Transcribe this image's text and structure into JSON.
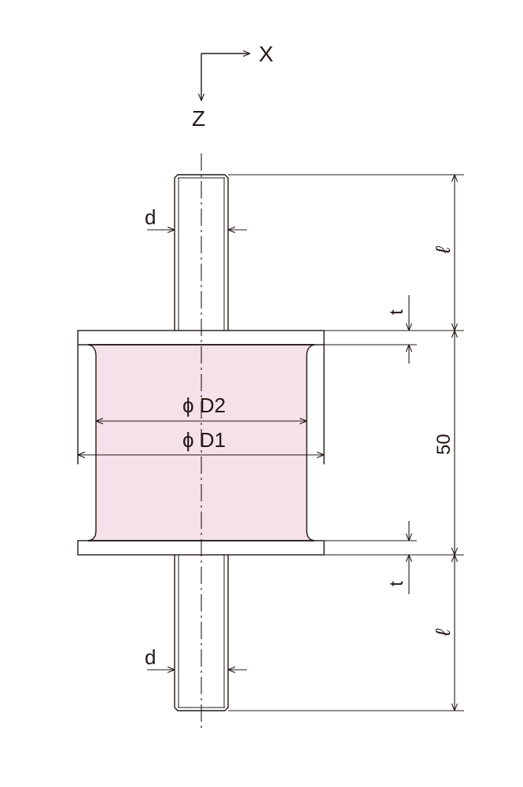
{
  "axes": {
    "x_label": "X",
    "z_label": "Z"
  },
  "labels": {
    "stud_diameter_top": "d",
    "stud_diameter_bottom": "d",
    "stud_length_top": "ℓ",
    "stud_length_bottom": "ℓ",
    "plate_thickness_top": "t",
    "plate_thickness_bottom": "t",
    "height": "50",
    "diameter_inner": "ϕ D2",
    "diameter_outer": "ϕ D1"
  },
  "colors": {
    "line": "#231815",
    "rubber": "#f5e1ea"
  }
}
